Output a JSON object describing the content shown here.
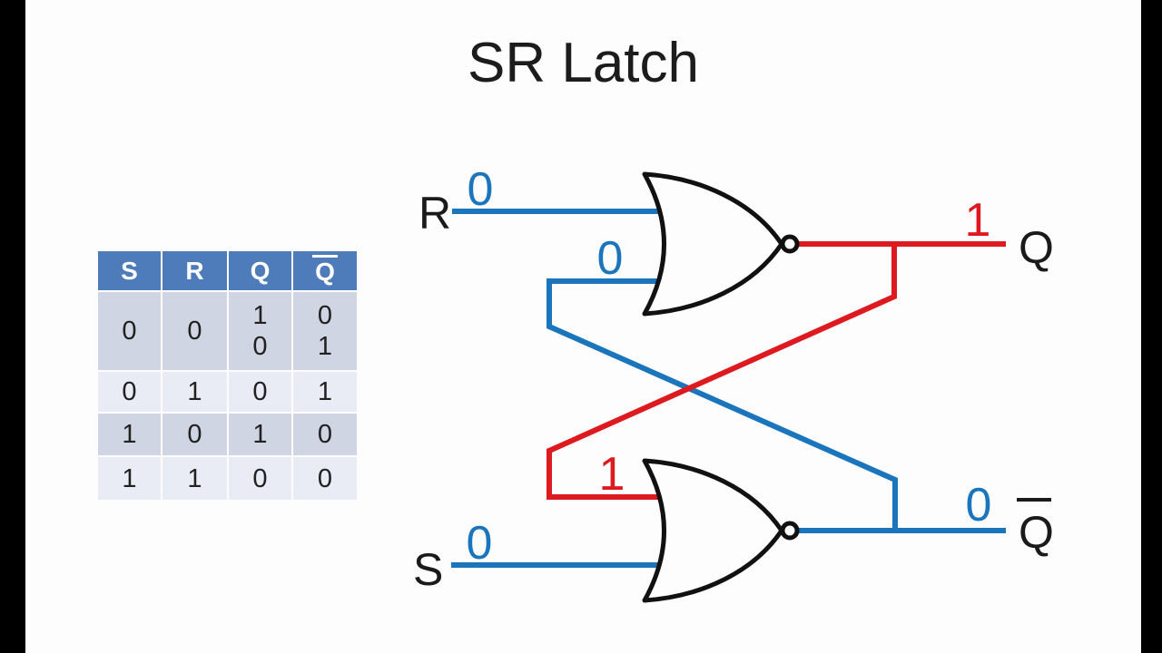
{
  "title": "SR Latch",
  "colors": {
    "wire_blue": "#1b75bc",
    "wire_red": "#de1a21",
    "gate_black": "#111111",
    "header_bg": "#4e7cba",
    "header_text": "#ffffff",
    "row_dark": "#cfd5e3",
    "row_light": "#e9ecf4",
    "body_text": "#212121"
  },
  "truth_table": {
    "headers": [
      {
        "label": "S",
        "overline": false
      },
      {
        "label": "R",
        "overline": false
      },
      {
        "label": "Q",
        "overline": false
      },
      {
        "label": "Q",
        "overline": true
      }
    ],
    "rows": [
      {
        "s": "0",
        "r": "0",
        "q": [
          "1",
          "0"
        ],
        "qb": [
          "0",
          "1"
        ]
      },
      {
        "s": "0",
        "r": "1",
        "q": [
          "0"
        ],
        "qb": [
          "1"
        ]
      },
      {
        "s": "1",
        "r": "0",
        "q": [
          "1"
        ],
        "qb": [
          "0"
        ]
      },
      {
        "s": "1",
        "r": "1",
        "q": [
          "0"
        ],
        "qb": [
          "0"
        ]
      }
    ]
  },
  "circuit": {
    "gate_type": "NOR",
    "r_input": {
      "label": "R",
      "value": "0"
    },
    "s_input": {
      "label": "S",
      "value": "0"
    },
    "q_output": {
      "label": "Q",
      "value": "1"
    },
    "qbar_output": {
      "label": "Q",
      "value": "0",
      "overline": true
    },
    "top_feedback_value": "0",
    "bottom_feedback_value": "1"
  }
}
